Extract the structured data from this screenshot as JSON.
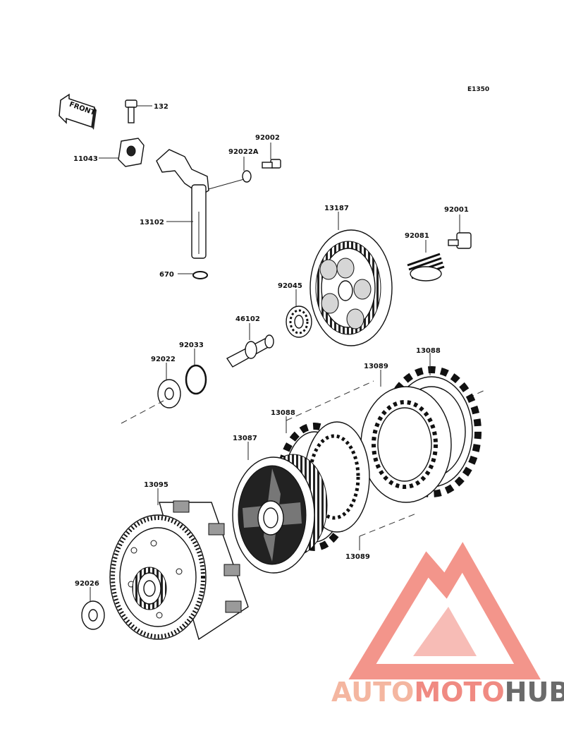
{
  "diagram_code": "E1350",
  "front_label": "FRONT",
  "parts": {
    "p132": "132",
    "p11043": "11043",
    "p92002": "92002",
    "p92022A": "92022A",
    "p13102": "13102",
    "p670": "670",
    "p13187": "13187",
    "p92001": "92001",
    "p92081": "92081",
    "p92045": "92045",
    "p46102": "46102",
    "p92033": "92033",
    "p92022": "92022",
    "p13088_top": "13088",
    "p13089_top": "13089",
    "p13088_mid": "13088",
    "p13087": "13087",
    "p13095": "13095",
    "p13089_bottom": "13089",
    "p92026": "92026"
  },
  "watermark": {
    "text_part1": "AUTO",
    "text_part2": "MOTO",
    "text_part3": "HUB",
    "color_auto": "#f4b6a0",
    "color_moto": "#f08a82",
    "color_hub": "#6b6b6b",
    "logo_color": "#f07a6e"
  }
}
